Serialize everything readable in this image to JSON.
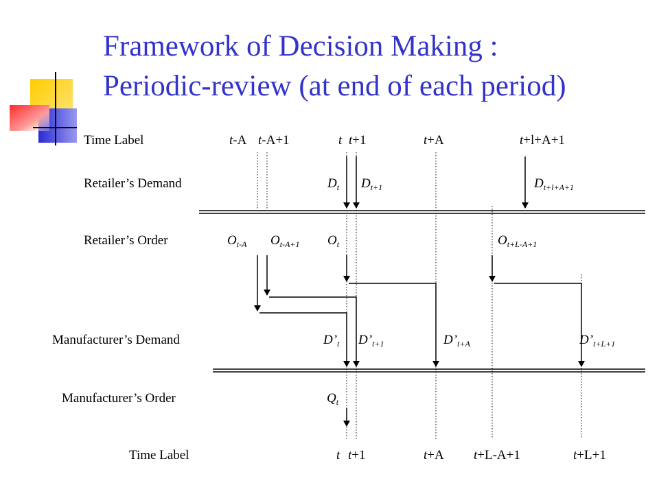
{
  "title": {
    "line1": "Framework of Decision Making :",
    "line2": "Periodic-review (at end of each period)"
  },
  "colors": {
    "title": "#3333cc",
    "deco_yellow": "#ffcc00",
    "deco_blue": "#3333cc",
    "deco_red": "#ff3333",
    "line": "#000000"
  },
  "row_labels": {
    "time_label_top": "Time Label",
    "retailer_demand": "Retailer’s Demand",
    "retailer_order": "Retailer’s Order",
    "manufacturer_demand": "Manufacturer’s Demand",
    "manufacturer_order": "Manufacturer’s Order",
    "time_label_bottom": "Time Label"
  },
  "top_time_labels": [
    {
      "base": "t",
      "tail": "-A"
    },
    {
      "base": "t",
      "tail": "-A+1"
    },
    {
      "base": "t",
      "tail": ""
    },
    {
      "base": "t",
      "tail": "+1"
    },
    {
      "base": "t",
      "tail": "+A"
    },
    {
      "base": "t",
      "tail": "+l+A+1"
    }
  ],
  "retailer_demand_items": [
    {
      "base": "D",
      "sub": "t"
    },
    {
      "base": "D",
      "sub": "t+1"
    },
    {
      "base": "D",
      "sub": "t+l+A+1"
    }
  ],
  "retailer_order_items": [
    {
      "base": "O",
      "sub": "t-A"
    },
    {
      "base": "O",
      "sub": "t-A+1"
    },
    {
      "base": "O",
      "sub": "t"
    },
    {
      "base": "O",
      "sub": "t+L-A+1"
    }
  ],
  "manufacturer_demand_items": [
    {
      "base": "D’",
      "sub": "t"
    },
    {
      "base": "D’",
      "sub": "t+1"
    },
    {
      "base": "D’",
      "sub": "t+A"
    },
    {
      "base": "D’",
      "sub": "t+L+1"
    }
  ],
  "manufacturer_order_items": [
    {
      "base": "Q",
      "sub": "t"
    }
  ],
  "bottom_time_labels": [
    {
      "base": "t",
      "tail": ""
    },
    {
      "base": "t",
      "tail": "+1"
    },
    {
      "base": "t",
      "tail": "+A"
    },
    {
      "base": "t",
      "tail": "+L-A+1"
    },
    {
      "base": "t",
      "tail": "+L+1"
    }
  ]
}
